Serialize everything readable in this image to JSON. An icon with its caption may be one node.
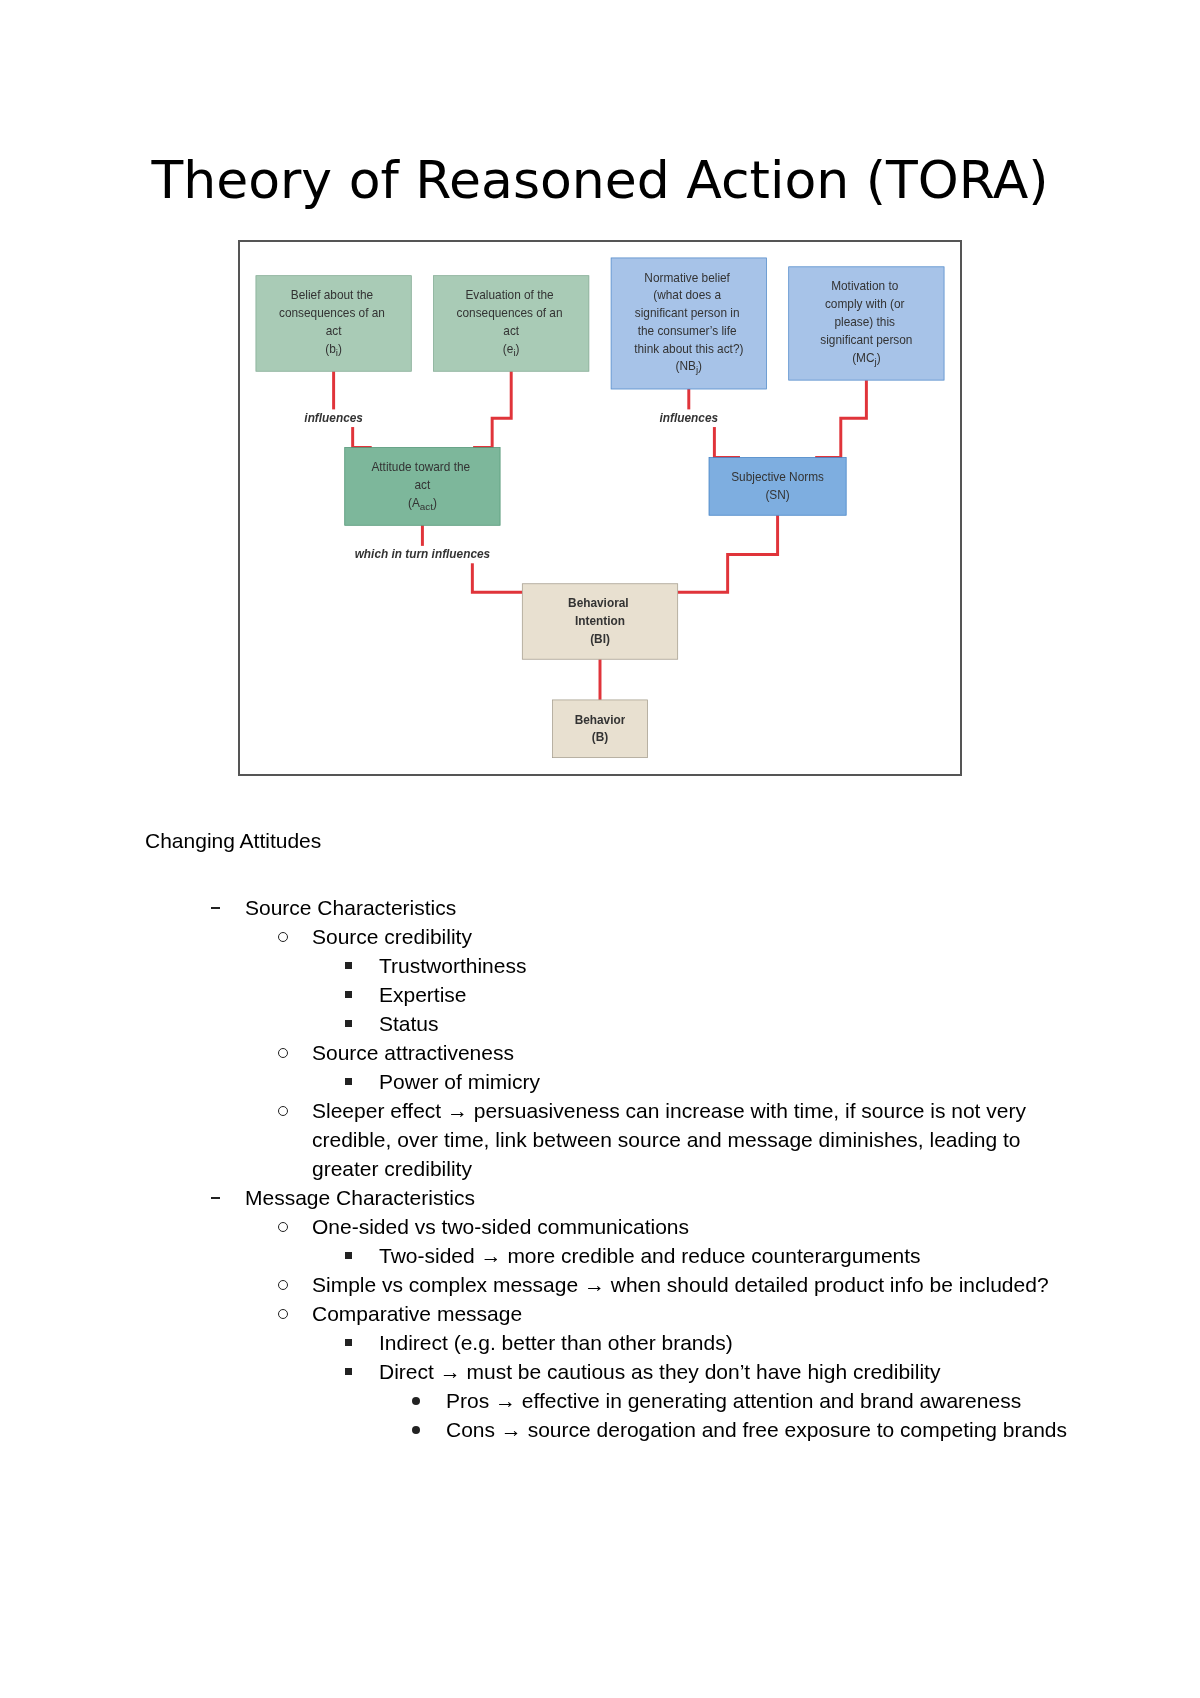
{
  "diagram": {
    "title": "Theory of Reasoned Action (TORA)",
    "nodes": [
      {
        "text": [
          "Belief about the consequences of an act",
          "(b$_{i}$)"
        ]
      },
      {
        "text": [
          "Evaluation of the consequences of an act",
          "(e$_{i}$)"
        ]
      },
      {
        "text": [
          "Normative belief (what does a significant person in the consumer’s life think about this act?)",
          "(NB$_{j}$)"
        ]
      },
      {
        "text": [
          "Motivation to comply with (or please) this significant person",
          "(MC$_{j}$)"
        ]
      },
      {
        "text": [
          "Attitude toward the act",
          "(A$_{act}$)"
        ]
      },
      {
        "text": [
          "Subjective Norms",
          "(SN)"
        ]
      },
      {
        "text": [
          "Behavioral Intention",
          "(BI)"
        ]
      },
      {
        "text": [
          "Behavior",
          "(B)"
        ]
      }
    ],
    "edges": [
      {
        "from": 0,
        "to": 4,
        "arrow": "none",
        "label": "influences"
      },
      {
        "from": 1,
        "to": 4,
        "arrow": "none"
      },
      {
        "from": 2,
        "to": 5,
        "arrow": "none",
        "label": "influences"
      },
      {
        "from": 3,
        "to": 5,
        "arrow": "none"
      },
      {
        "from": 4,
        "to": 6,
        "arrow": "none",
        "label": "which in turn influences"
      },
      {
        "from": 5,
        "to": 6,
        "arrow": "none"
      },
      {
        "from": 6,
        "to": 7,
        "arrow": "none"
      }
    ],
    "labels": [
      "Changing Attitudes",
      "Source Characteristics",
      "Source credibility",
      "Trustworthiness",
      "Expertise",
      "Status",
      "Source attractiveness",
      "Power of mimicry",
      "Sleeper effect → persuasiveness can increase with time, if source is not very credible, over time, link between source and message diminishes, leading to greater credibility",
      "Message Characteristics",
      "One-sided vs two-sided communications",
      "Two-sided → more credible and reduce counterarguments",
      "Simple vs complex message → when should detailed product info be included?",
      "Comparative message",
      "Indirect (e.g. better than other brands)",
      "Direct → must be cautious as they don’t have high credibility",
      "Pros → effective in generating attention and brand awareness",
      "Cons → source derogation and free exposure to competing brands"
    ]
  }
}
